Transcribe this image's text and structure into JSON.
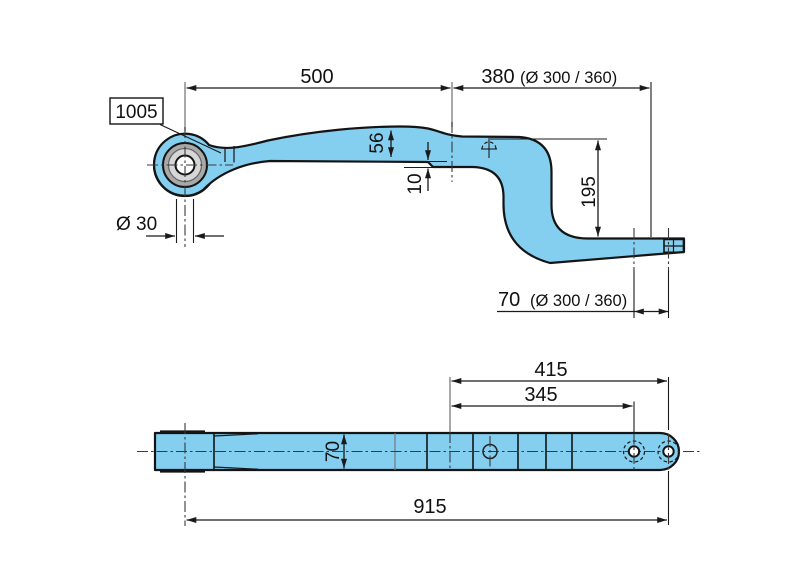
{
  "title": "Leaf spring technical drawing",
  "colors": {
    "background": "#ffffff",
    "part_fill": "#84CFF0",
    "outline": "#141414",
    "dimension": "#1a1a1a",
    "extension_gray": "#8c8c8c",
    "bushing_outer": "#a9a9a9",
    "bushing_inner": "#d6d6d6",
    "bore_fill": "#ffffff"
  },
  "top_view": {
    "ref_label": "1005",
    "dim_length_front": "500",
    "dim_length_rear": "380",
    "dim_length_rear_note": "(Ø 300 / 360)",
    "dim_thickness": "56",
    "dim_step": "10",
    "dim_drop": "195",
    "dim_eye_bore": "Ø 30",
    "dim_tip_offset": "70",
    "dim_tip_offset_note": "(Ø 300 / 360)"
  },
  "bottom_view": {
    "dim_hole_far": "415",
    "dim_hole_near": "345",
    "dim_width": "70",
    "dim_overall": "915"
  }
}
